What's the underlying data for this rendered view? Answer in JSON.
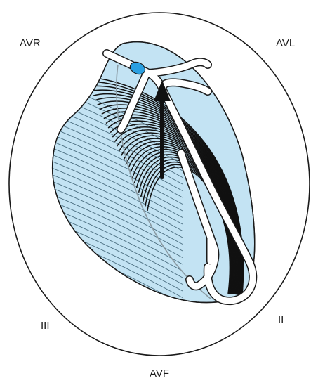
{
  "leads": {
    "avr": "AVR",
    "avl": "AVL",
    "iii": "III",
    "ii": "II",
    "avf": "AVF"
  },
  "colors": {
    "heart_fill": "#c3e3f3",
    "hatch_dark": "#111111",
    "hatch_light": "#4a6e80",
    "vessel": "#ffffff",
    "node": "#2a9fe0",
    "vector_arrow": "#111111"
  },
  "icons": {
    "vector": "arrow-up-icon",
    "node": "sinoatrial-node-icon"
  }
}
